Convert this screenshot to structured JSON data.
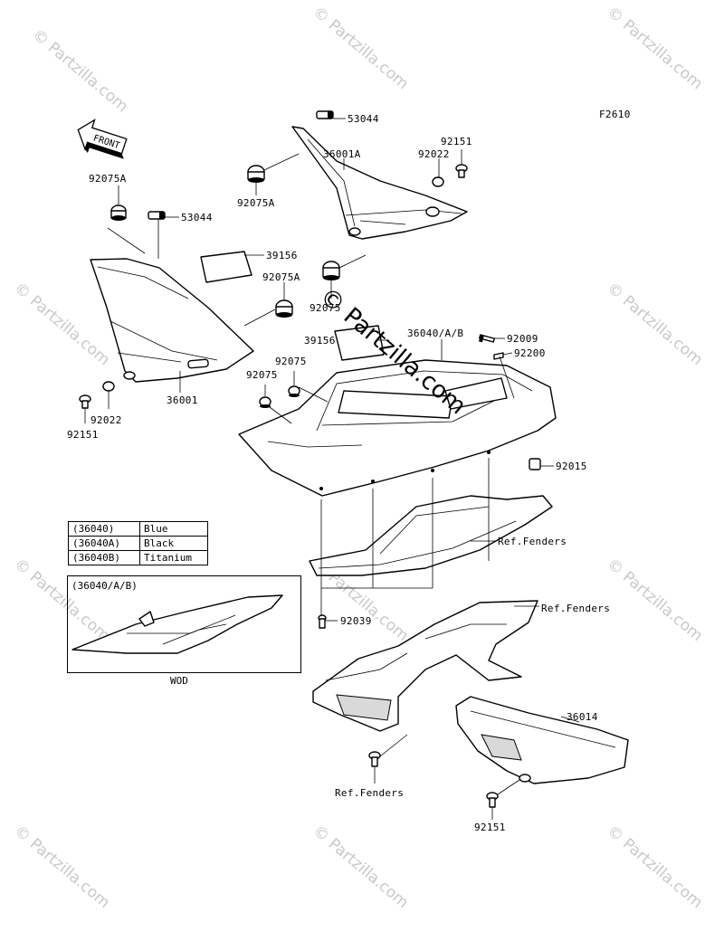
{
  "figure_code": "F2610",
  "front_label": "FRONT",
  "watermark": "© Partzilla.com",
  "labels": {
    "p53044_top": "53044",
    "p36001A": "36001A",
    "p92022_top": "92022",
    "p92151_top": "92151",
    "p92075A_left": "92075A",
    "p92075A_upper": "92075A",
    "p53044_left": "53044",
    "p39156_left": "39156",
    "p92075A_mid": "92075A",
    "p92075_center": "92075",
    "p36040": "36040/A/B",
    "p92009": "92009",
    "p92200": "92200",
    "p39156_center": "39156",
    "p92075_a": "92075",
    "p92075_b": "92075",
    "p36001": "36001",
    "p92022_left": "92022",
    "p92151_left": "92151",
    "p92015": "92015",
    "ref_fenders_1": "Ref.Fenders",
    "ref_fenders_2": "Ref.Fenders",
    "p92039": "92039",
    "p36014": "36014",
    "ref_fenders_3": "Ref.Fenders",
    "p92151_bottom": "92151"
  },
  "color_table": [
    {
      "code": "(36040)",
      "color": "Blue"
    },
    {
      "code": "(36040A)",
      "color": "Black"
    },
    {
      "code": "(36040B)",
      "color": "Titanium"
    }
  ],
  "inset": {
    "title": "(36040/A/B)",
    "caption": "WOD"
  }
}
